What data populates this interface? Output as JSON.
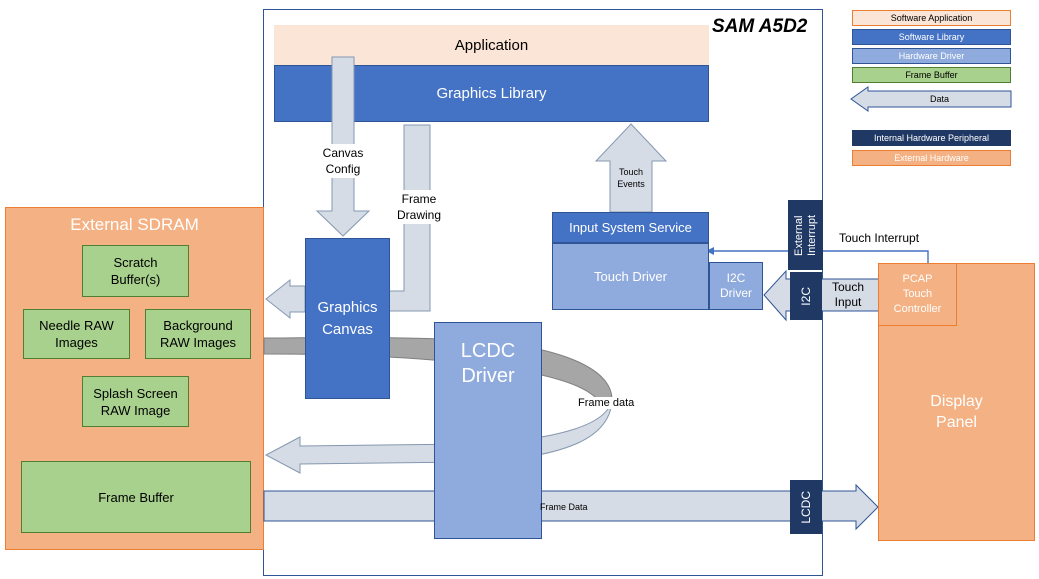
{
  "diagram": {
    "sam_label": "SAM A5D2",
    "application": "Application",
    "graphics_library": "Graphics Library",
    "canvas_config": "Canvas\nConfig",
    "frame_drawing": "Frame\nDrawing",
    "graphics_canvas": "Graphics\nCanvas",
    "lcdc_driver": "LCDC\nDriver",
    "frame_data_loop": "Frame data",
    "frame_data_out": "Frame Data",
    "lcdc": "LCDC",
    "touch_events": "Touch\nEvents",
    "input_system_service": "Input System Service",
    "touch_driver": "Touch Driver",
    "i2c_driver": "I2C\nDriver",
    "external_interrupt": "External\nInterrupt",
    "touch_interrupt": "Touch Interrupt",
    "i2c": "I2C",
    "touch_input": "Touch\nInput",
    "pcap": "PCAP\nTouch\nController",
    "display_panel": "Display\nPanel",
    "external_sdram": "External SDRAM",
    "scratch_buffer": "Scratch\nBuffer(s)",
    "needle_raw": "Needle RAW\nImages",
    "background_raw": "Background\nRAW Images",
    "splash_raw": "Splash Screen\nRAW Image",
    "frame_buffer": "Frame Buffer"
  },
  "legend": {
    "software_application": "Software Application",
    "software_library": "Software Library",
    "hardware_driver": "Hardware Driver",
    "frame_buffer": "Frame Buffer",
    "data": "Data",
    "internal_hw_peripheral": "Internal Hardware Peripheral",
    "external_hardware": "External Hardware"
  },
  "colors": {
    "software_application": "#fbe5d6",
    "software_library": "#4472c4",
    "hardware_driver": "#8faadc",
    "frame_buffer": "#a9d18e",
    "data_arrow": "#d6dce5",
    "internal_peripheral": "#203864",
    "external_hardware": "#f4b183"
  }
}
